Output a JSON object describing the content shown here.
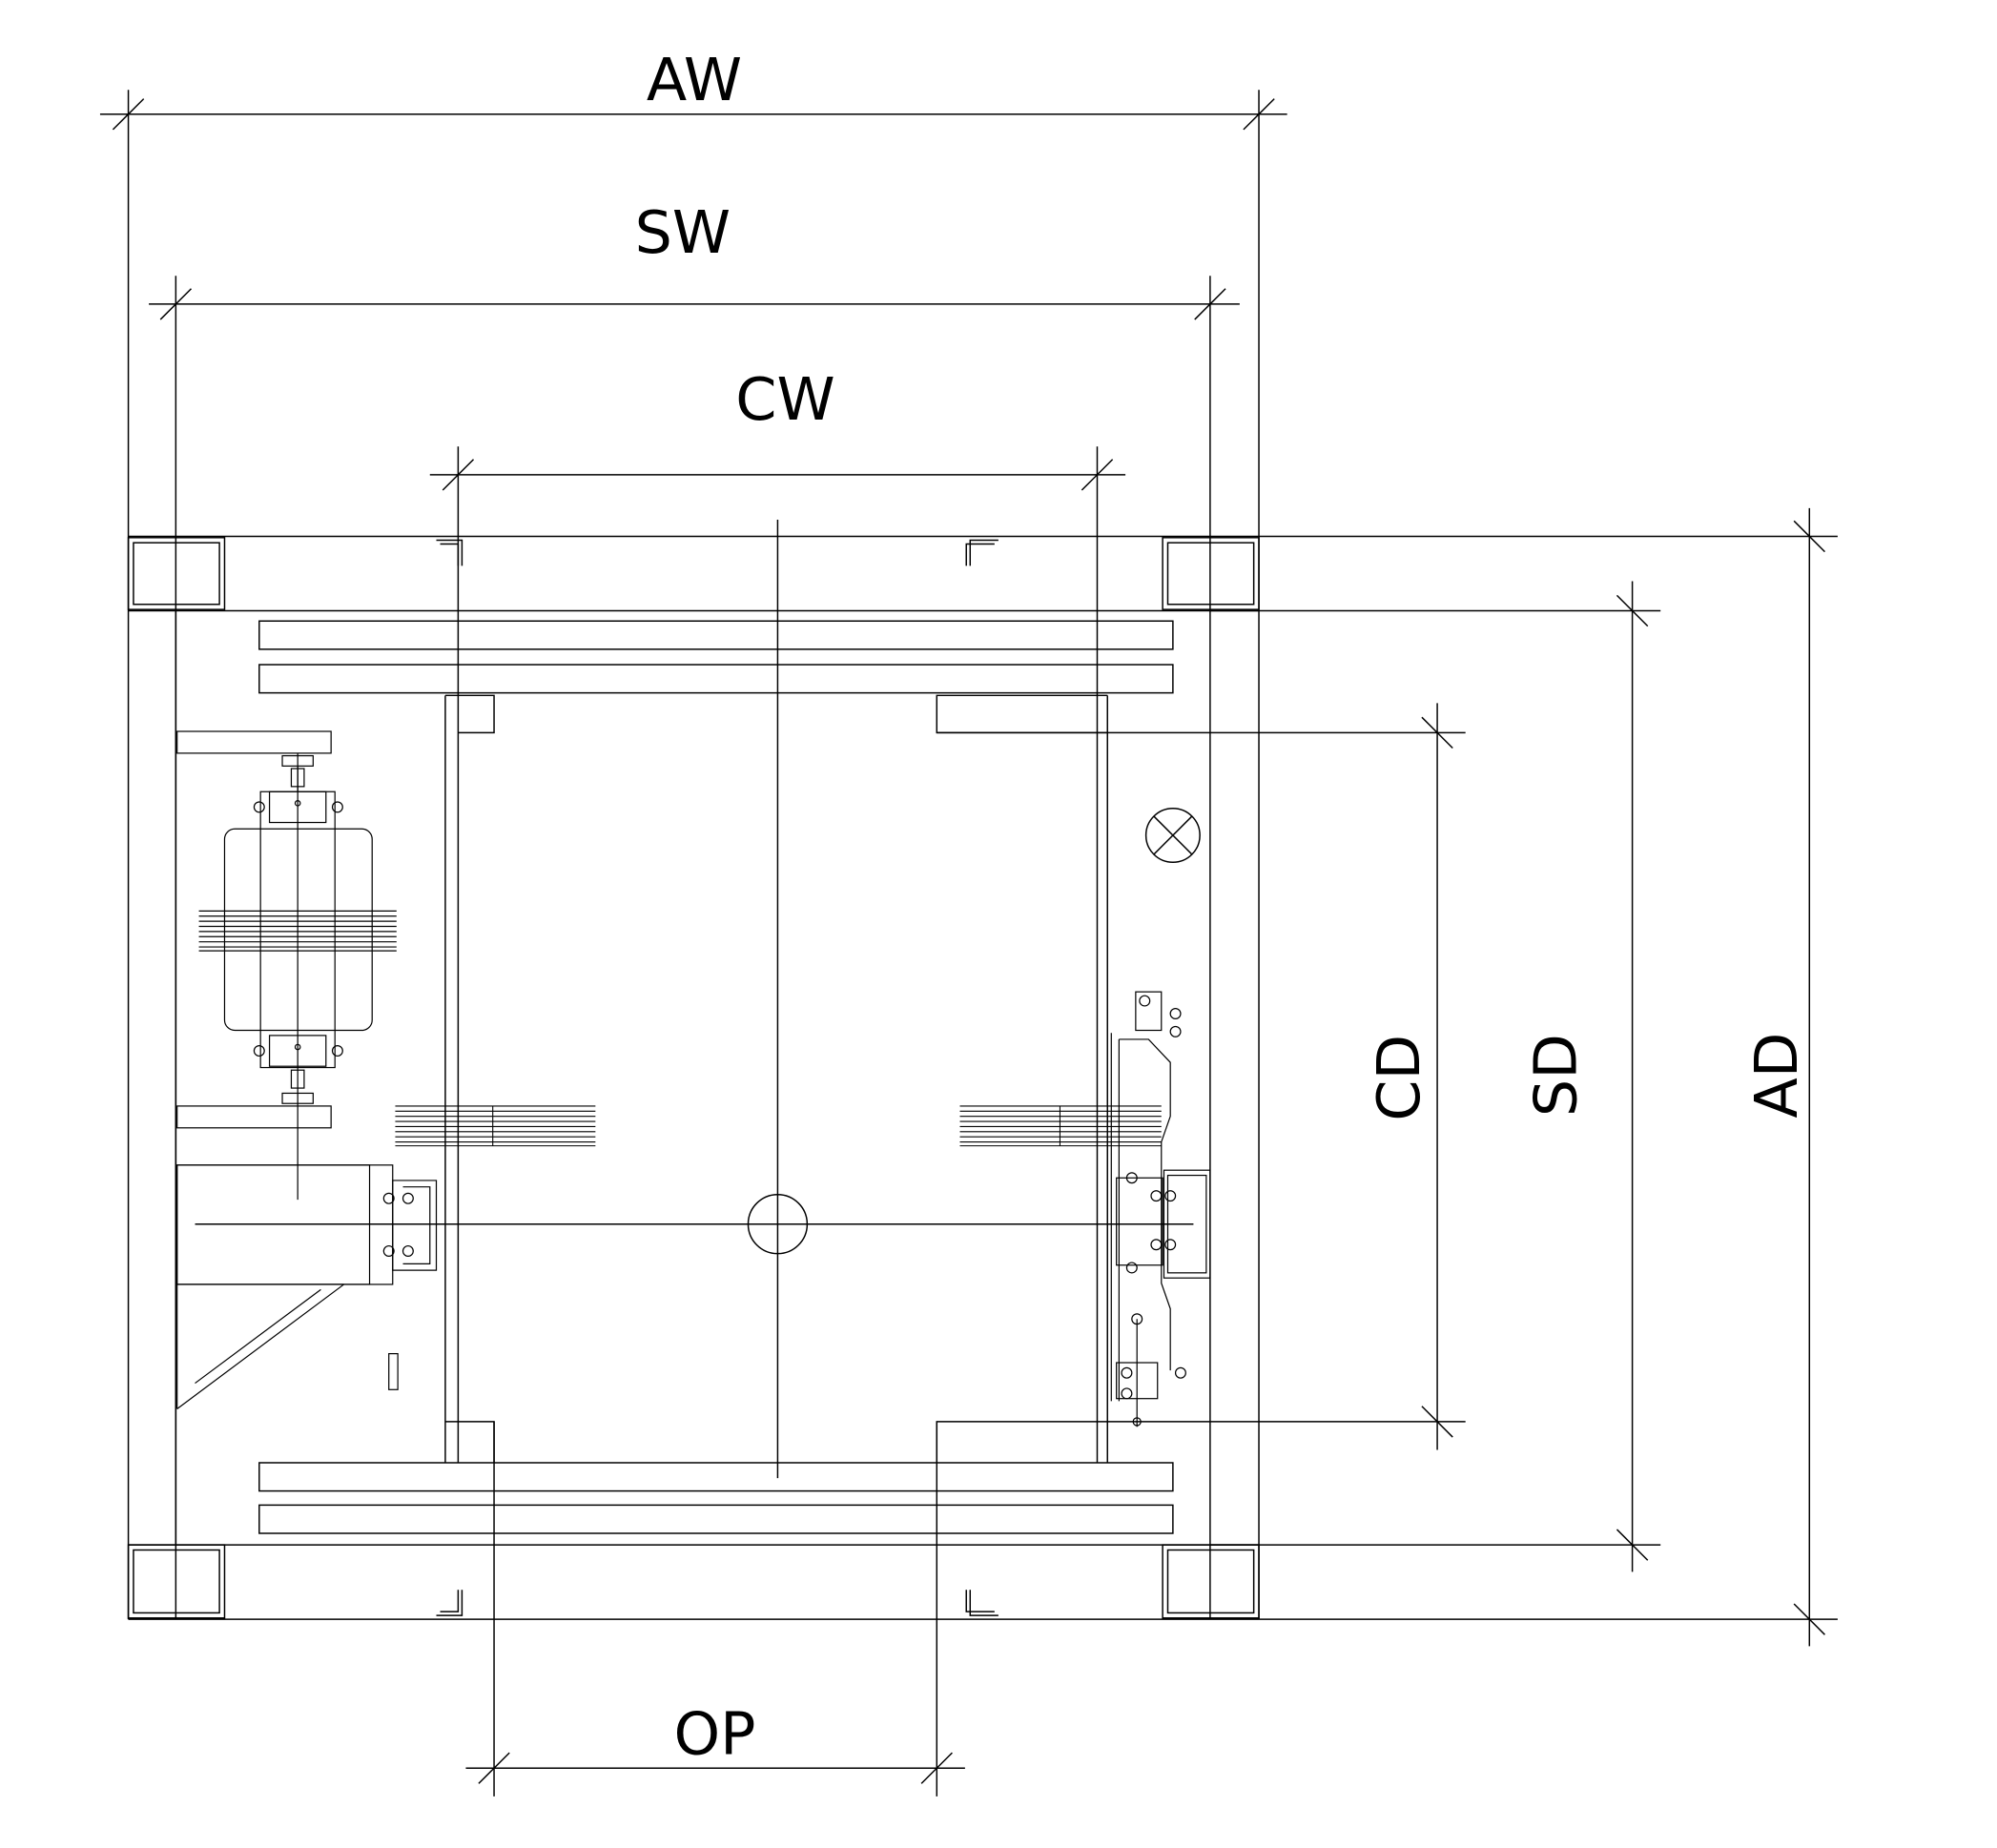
{
  "labels": {
    "aw": "AW",
    "sw": "SW",
    "cw": "CW",
    "op": "OP",
    "cd": "CD",
    "sd": "SD",
    "ad": "AD"
  },
  "colors": {
    "line": "#000000",
    "background": "#ffffff"
  },
  "icons": {
    "lamp": "circle-x-icon",
    "center": "circle-icon"
  }
}
